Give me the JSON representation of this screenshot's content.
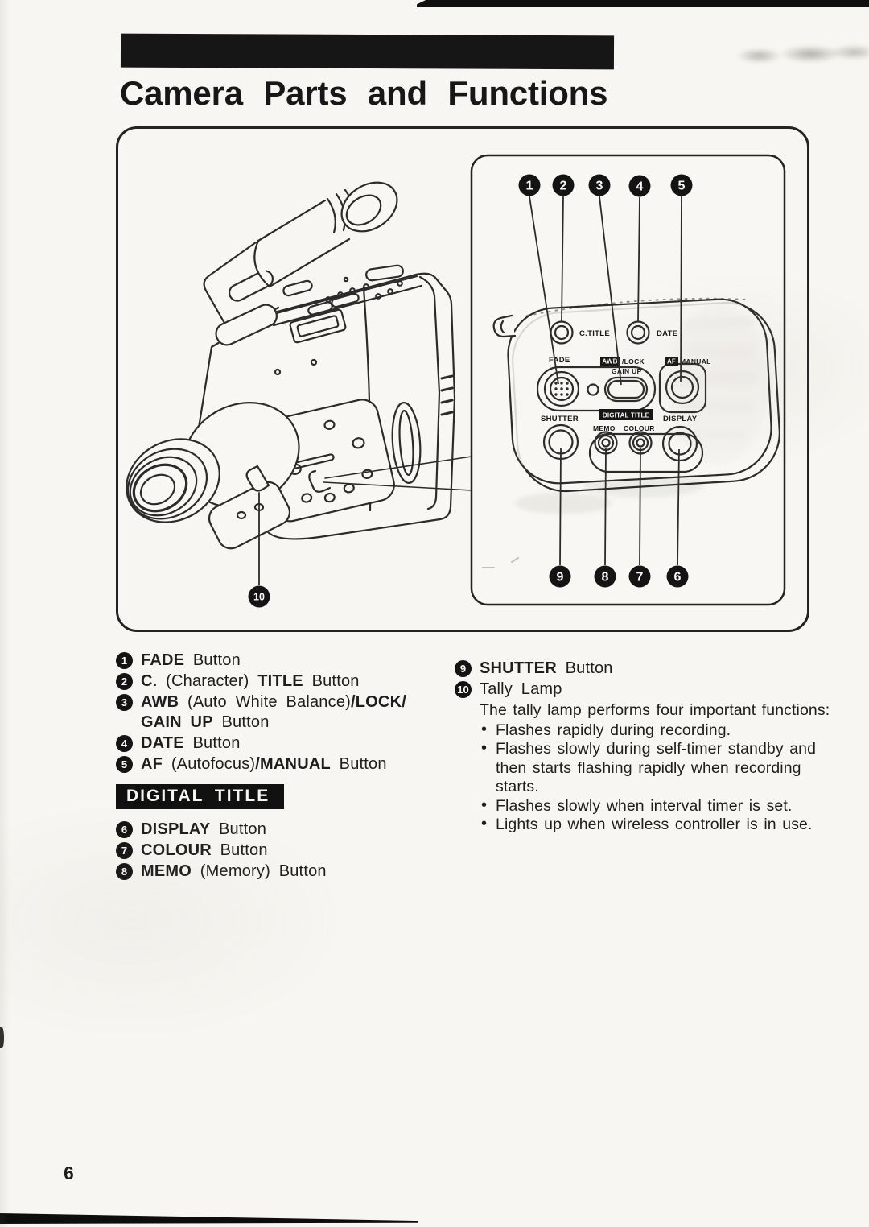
{
  "page": {
    "title": "Camera Parts and Functions",
    "page_number": "6"
  },
  "figure": {
    "callouts": {
      "c1": "1",
      "c2": "2",
      "c3": "3",
      "c4": "4",
      "c5": "5",
      "c6": "6",
      "c7": "7",
      "c8": "8",
      "c9": "9",
      "c10": "10"
    },
    "panel": {
      "c_title": "C.TITLE",
      "date": "DATE",
      "fade": "FADE",
      "awb": "AWB",
      "lock": "/LOCK",
      "gain_up": "GAIN UP",
      "af": "AF",
      "manual": "MANUAL",
      "shutter": "SHUTTER",
      "digital_title": "DIGITAL TITLE",
      "memo": "MEMO",
      "colour": "COLOUR",
      "display": "DISPLAY"
    }
  },
  "legend": {
    "left_items": [
      {
        "num": "1",
        "segments": [
          {
            "t": "FADE",
            "b": 1
          },
          {
            "t": " Button",
            "b": 0
          }
        ]
      },
      {
        "num": "2",
        "segments": [
          {
            "t": "C.",
            "b": 1
          },
          {
            "t": " (Character) ",
            "b": 0
          },
          {
            "t": "TITLE",
            "b": 1
          },
          {
            "t": " Button",
            "b": 0
          }
        ]
      },
      {
        "num": "3",
        "segments": [
          {
            "t": "AWB",
            "b": 1
          },
          {
            "t": " (Auto White Balance)",
            "b": 0
          },
          {
            "t": "/LOCK/ GAIN UP",
            "b": 1
          },
          {
            "t": " Button",
            "b": 0
          }
        ]
      },
      {
        "num": "4",
        "segments": [
          {
            "t": "DATE",
            "b": 1
          },
          {
            "t": " Button",
            "b": 0
          }
        ]
      },
      {
        "num": "5",
        "segments": [
          {
            "t": "AF",
            "b": 1
          },
          {
            "t": " (Autofocus)",
            "b": 0
          },
          {
            "t": "/MANUAL",
            "b": 1
          },
          {
            "t": " Button",
            "b": 0
          }
        ]
      }
    ],
    "digital_title_badge": "DIGITAL TITLE",
    "left_items_after_badge": [
      {
        "num": "6",
        "segments": [
          {
            "t": "DISPLAY",
            "b": 1
          },
          {
            "t": " Button",
            "b": 0
          }
        ]
      },
      {
        "num": "7",
        "segments": [
          {
            "t": "COLOUR",
            "b": 1
          },
          {
            "t": " Button",
            "b": 0
          }
        ]
      },
      {
        "num": "8",
        "segments": [
          {
            "t": "MEMO",
            "b": 1
          },
          {
            "t": " (Memory)",
            "b": 0
          },
          {
            "t": " Button",
            "b": 0
          }
        ]
      }
    ],
    "right_items": [
      {
        "num": "9",
        "segments": [
          {
            "t": "SHUTTER",
            "b": 1
          },
          {
            "t": " Button",
            "b": 0
          }
        ]
      },
      {
        "num": "10",
        "segments": [
          {
            "t": "Tally Lamp",
            "b": 0
          }
        ]
      }
    ],
    "tally_intro": "The tally lamp performs four important functions:",
    "tally_bullets": [
      "Flashes rapidly during recording.",
      "Flashes slowly during self-timer standby and then starts flashing rapidly when recording starts.",
      "Flashes slowly when interval timer is set.",
      "Lights up when wireless controller is in use."
    ]
  }
}
